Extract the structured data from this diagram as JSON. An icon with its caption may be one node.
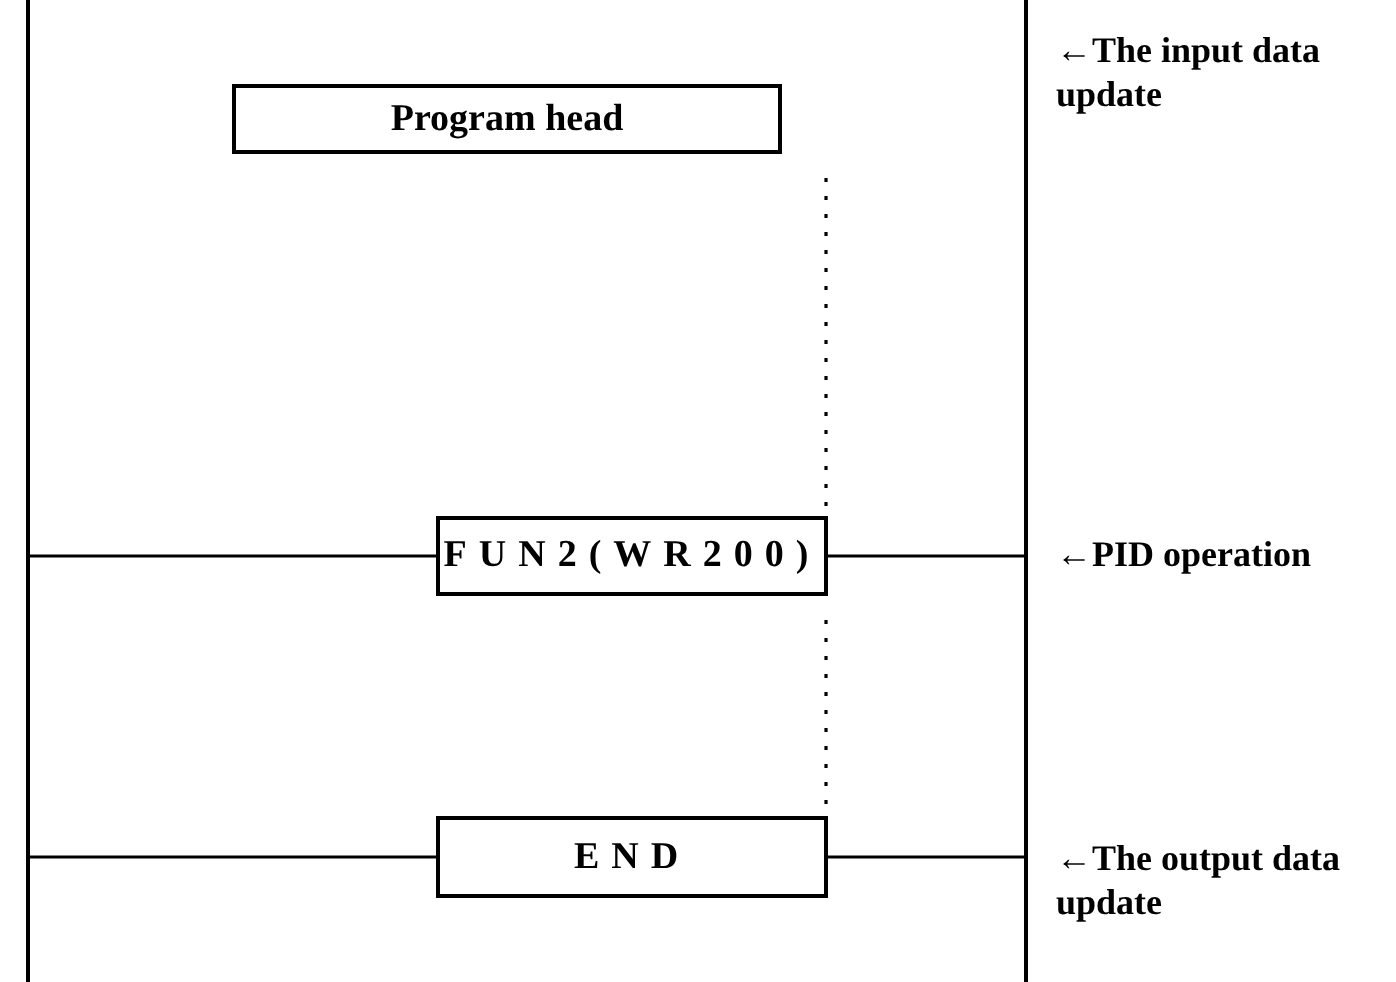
{
  "diagram": {
    "nodes": [
      {
        "text": [],
        "shape": "bar"
      },
      {
        "text": [],
        "shape": "bar"
      },
      {
        "text": [
          "Program head"
        ]
      },
      {
        "text": [
          "FUN2(WR200)"
        ]
      },
      {
        "text": [
          "END"
        ]
      }
    ],
    "edges": [
      {
        "from": 0,
        "to": 3,
        "arrow": "none"
      },
      {
        "from": 3,
        "to": 1,
        "arrow": "none"
      },
      {
        "from": 0,
        "to": 4,
        "arrow": "none"
      },
      {
        "from": 4,
        "to": 1,
        "arrow": "none"
      },
      {
        "from": 2,
        "to": 3,
        "arrow": "none",
        "style": "dashed"
      },
      {
        "from": 3,
        "to": 4,
        "arrow": "none",
        "style": "dashed"
      }
    ],
    "labels": [
      "←The input data update",
      "←PID operation",
      "←The output data update"
    ]
  }
}
